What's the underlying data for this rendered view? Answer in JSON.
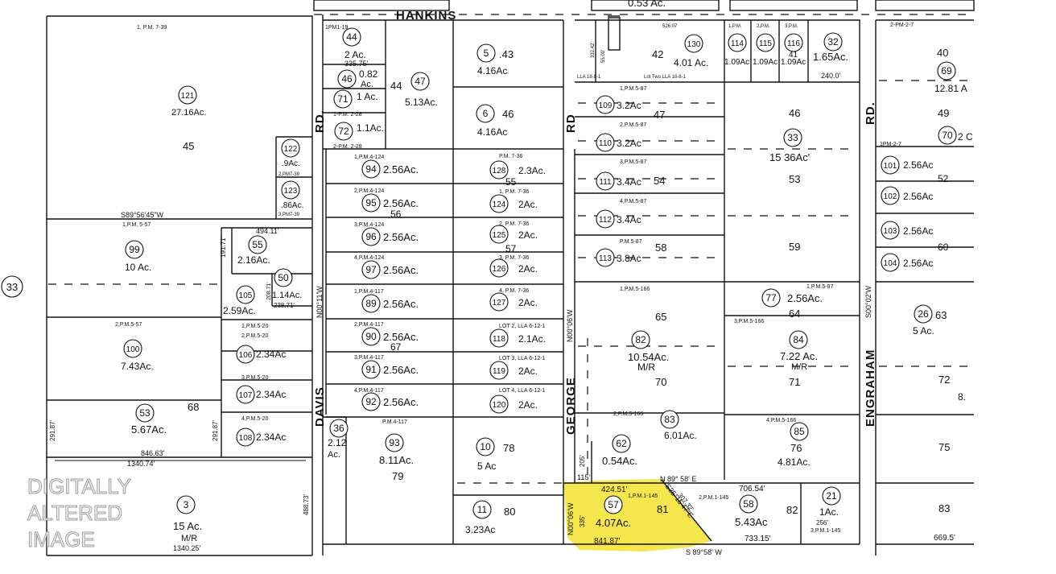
{
  "roads": {
    "hankins": "HANKINS",
    "davis_rd": "DAVIS",
    "davis_rd_abbr": "RD.",
    "george_rd": "GEORGE",
    "george_rd_abbr": "RD",
    "engraham_rd": "ENGRAHAM",
    "engraham_rd_abbr": "RD."
  },
  "book_page_ref": "33",
  "watermark": [
    "DIGITALLY",
    "ALTERED",
    "IMAGE"
  ],
  "highlight_color": "#f6e64e",
  "top": {
    "pm_739": "1, P.M. 7-39",
    "top_acres": "0.53 Ac.",
    "ref_526": "526.07"
  },
  "parcels": {
    "p121": {
      "num": "121",
      "acres": "27.16Ac.",
      "lot": "45"
    },
    "p122": {
      "num": "122",
      "acres": ".9Ac.",
      "ref": "2,PM7-39"
    },
    "p123": {
      "num": "123",
      "acres": ".86Ac.",
      "ref": "3,PM7-39"
    },
    "p44": {
      "num": "44",
      "acres": "2 Ac.",
      "ref": "1PM1-19",
      "dim": "335.75'"
    },
    "p46": {
      "num": "46",
      "acres": "0.82",
      "acres2": "Ac."
    },
    "p71": {
      "num": "71",
      "acres": "1 Ac.",
      "ref": "1-P.M. 2-28"
    },
    "p72": {
      "num": "72",
      "acres": "1.1Ac.",
      "ref": "2-P.M. 2-28"
    },
    "p47": {
      "num": "47",
      "lot": "44",
      "acres": "5.13Ac."
    },
    "p5": {
      "num": "5",
      "acres": ".43",
      "acres2": "4.16Ac"
    },
    "p6": {
      "num": "6",
      "lot": "46",
      "acres": "4.16Ac"
    },
    "p42": {
      "lot": "42"
    },
    "p130": {
      "num": "130",
      "acres": "4.01 Ac.",
      "ref": "Lot Two LLA 18-8-1"
    },
    "p114": {
      "num": "114",
      "acres": "1.09Ac",
      "ref": "1,P.M."
    },
    "p115": {
      "num": "115",
      "acres": "1.09Ac",
      "ref": "2,P.M."
    },
    "p116": {
      "num": "116",
      "acres": "1.09Ac",
      "ref": "3,P.M."
    },
    "p32": {
      "num": "32",
      "acres": "1.65Ac.",
      "dim": "240.0'"
    },
    "lot41": "41",
    "p94": {
      "num": "94",
      "acres": "2.56Ac.",
      "ref": "1,P.M.4-124"
    },
    "p95": {
      "num": "95",
      "acres": "2.56Ac.",
      "ref": "2,P.M.4-124",
      "lot": "56"
    },
    "p96": {
      "num": "96",
      "acres": "2.56Ac.",
      "ref": "3,P.M.4-124"
    },
    "p97": {
      "num": "97",
      "acres": "2.56Ac.",
      "ref": "4,P.M.4-124"
    },
    "p89": {
      "num": "89",
      "acres": "2.56Ac.",
      "ref": "1,P.M.4-117"
    },
    "p90": {
      "num": "90",
      "acres": "2.56Ac.",
      "ref": "2,P.M.4-117",
      "lot": "67"
    },
    "p91": {
      "num": "91",
      "acres": "2.56Ac.",
      "ref": "3,P.M.4-117"
    },
    "p92": {
      "num": "92",
      "acres": "2.56Ac.",
      "ref": "4,P.M.4-117"
    },
    "p128": {
      "num": "128",
      "acres": "2.3Ac.",
      "ref": "P.M. 7-36",
      "lot": "55"
    },
    "p124": {
      "num": "124",
      "acres": "2Ac.",
      "ref": "1, P.M. 7-36"
    },
    "p125": {
      "num": "125",
      "acres": "2Ac.",
      "ref": "2, P.M. 7-36",
      "lot": "57"
    },
    "p126": {
      "num": "126",
      "acres": "2Ac.",
      "ref": "3, P.M. 7-36"
    },
    "p127": {
      "num": "127",
      "acres": "2Ac.",
      "ref": "4, P.M. 7-36"
    },
    "p118": {
      "num": "118",
      "acres": "2.1Ac.",
      "ref": "LOT 2, LLA 6-12-1"
    },
    "p119": {
      "num": "119",
      "acres": "2Ac.",
      "ref": "LOT 3, LLA 6-12-1"
    },
    "p120": {
      "num": "120",
      "acres": "2Ac.",
      "ref": "LOT 4, LLA 6-12-1"
    },
    "p99": {
      "num": "99",
      "acres": "10 Ac.",
      "ref": "1,P.M. 5-57"
    },
    "p55": {
      "num": "55",
      "acres": "2.16Ac.",
      "dim": "494.11'",
      "dim2": "191.71'"
    },
    "p105": {
      "num": "105",
      "acres": "2.59Ac."
    },
    "p50": {
      "num": "50",
      "acres": "1.14Ac.",
      "dim": "238.71'",
      "dim2": "208.71'"
    },
    "p100": {
      "num": "100",
      "acres": "7.43Ac.",
      "ref": "2,P.M.5-57"
    },
    "p106": {
      "num": "106",
      "acres": "2.34Ac",
      "ref": "1,P.M.5-20",
      "ref2": "2,P.M.5-20"
    },
    "p107": {
      "num": "107",
      "acres": "2.34Ac",
      "ref": "3,P.M.5-20"
    },
    "p108": {
      "num": "108",
      "acres": "2.34Ac",
      "ref": "4,P.M.5-20"
    },
    "p53": {
      "num": "53",
      "acres": "5.67Ac.",
      "lot": "68",
      "dim": "846.63'",
      "dim2": "291.87'"
    },
    "p3": {
      "num": "3",
      "acres": "15 Ac.",
      "mr": "M/R",
      "dim": "1340.74'",
      "dim2": "1340.25'",
      "dim3": "488.73'"
    },
    "p36": {
      "num": "36",
      "acres": "2.12",
      "acres2": "Ac."
    },
    "p93": {
      "num": "93",
      "acres": "8.11Ac.",
      "lot": "79",
      "ref": "P.M.4-117"
    },
    "p10": {
      "num": "10",
      "acres": "5 Ac",
      "lot": "78"
    },
    "p11": {
      "num": "11",
      "acres": "3.23Ac",
      "lot": "80"
    },
    "p109": {
      "num": "109",
      "acres": "3.2Ac",
      "ref": "1,P.M.5-87",
      "lot": "47"
    },
    "p110": {
      "num": "110",
      "acres": "3.2Ac",
      "ref": "2,P.M.5-87"
    },
    "p111": {
      "num": "111",
      "acres": "3.4Ac",
      "ref": "3,P.M.5-87",
      "lot": "54"
    },
    "p112": {
      "num": "112",
      "acres": "3.4Ac",
      "ref": "4,P.M.5-87"
    },
    "p113": {
      "num": "113",
      "acres": "3.8Ac",
      "ref": "P.M.5-87",
      "lot": "58"
    },
    "p82": {
      "num": "82",
      "acres": "10.54Ac.",
      "mr": "M/R",
      "lot": "65",
      "lot2": "70",
      "ref": "1,P.M.5-166"
    },
    "p83": {
      "num": "83",
      "acres": "6.01Ac.",
      "ref": "2,P.M.5-166"
    },
    "p62": {
      "num": "62",
      "acres": "0.54Ac.",
      "lot": "77"
    },
    "p57": {
      "num": "57",
      "acres": "4.07Ac.",
      "lot": "81",
      "ref": "1,P.M.1-145",
      "dim": "424.51'",
      "dim2": "841.87'",
      "dim3": "307.32'"
    },
    "p33": {
      "num": "33",
      "acres": "15 36Ac'",
      "lot": "46",
      "lot2": "53"
    },
    "lot59": "59",
    "p77": {
      "num": "77",
      "acres": "2.56Ac.",
      "ref": "1,P.M.5-87",
      "lot": "64"
    },
    "p84": {
      "num": "84",
      "acres": "7.22 Ac.",
      "mr": "M/R",
      "lot": "71",
      "ref": "3,P.M.5-166"
    },
    "p85": {
      "num": "85",
      "acres": "4.81Ac.",
      "lot": "76",
      "ref": "4,P.M.5-166"
    },
    "p58": {
      "num": "58",
      "acres": "5.43Ac",
      "lot": "82",
      "ref": "2,P.M.1-145",
      "dim": "706.54'",
      "dim2": "733.15'"
    },
    "p21": {
      "num": "21",
      "acres": "1Ac.",
      "ref": "3,P.M.1-145",
      "dim": "256'"
    },
    "p69": {
      "num": "69",
      "acres": "12.81 A",
      "lot": "40",
      "ref": "2-PM-2-7"
    },
    "p70": {
      "num": "70",
      "acres": "2 C",
      "lot": "49",
      "ref": "1PM-2-7"
    },
    "p101": {
      "num": "101",
      "acres": "2.56Ac"
    },
    "p102": {
      "num": "102",
      "acres": "2.56Ac",
      "lot": "52"
    },
    "p103": {
      "num": "103",
      "acres": "2.56Ac",
      "lot": "60"
    },
    "p104": {
      "num": "104",
      "acres": "2.56Ac"
    },
    "p26": {
      "num": "26",
      "acres": "5 Ac.",
      "lot": "63"
    },
    "lot72": "72",
    "acres_8": "8.",
    "lot75": "75",
    "lot83": "83",
    "dim_669": "669.5'"
  },
  "bearings": {
    "davis": "S89°56'45\"W",
    "davis_ns": "N00°11'W",
    "george_ns": "N00°06'W",
    "george_ns2": "N00°06'W",
    "engraham_ns": "S00°02'W",
    "n89": "N 89°   58' E",
    "s89": "S 89°58' W",
    "diag": "S35°15'47\"E",
    "lla": "LLA 18-8-1",
    "b_115": "115'",
    "b_205": "205'",
    "b_335": "335'",
    "b_55": "55.00'",
    "b_332": "332.42'"
  }
}
